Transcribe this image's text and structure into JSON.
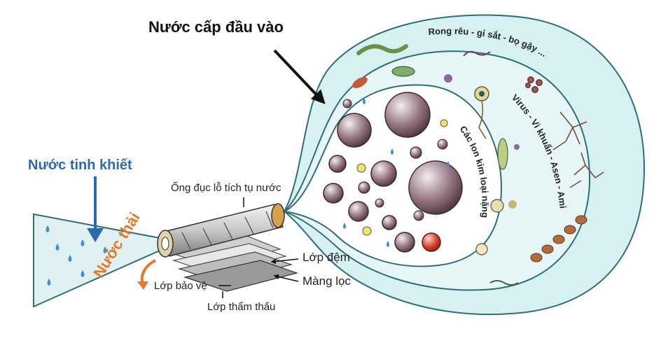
{
  "labels": {
    "feed_water": "Nước cấp đầu vào",
    "pure_water": "Nước tinh khiết",
    "waste_water": "Nước thải",
    "perforated_tube": "Ống đục lỗ tích tụ nước",
    "spacer_layer": "Lớp đệm",
    "membrane": "Màng lọc",
    "protective_layer": "Lớp bảo vệ",
    "permeate_layer": "Lớp thẩm thấu"
  },
  "zones": {
    "outer": "Rong rêu - gỉ sắt - bọ gậy ...",
    "middle": "Virus - Vi khuẩn - Asen - Amip",
    "inner": "Các Ion kim loại nặng"
  },
  "colors": {
    "bubble_fill": "#d7f0f1",
    "bubble_stroke": "#2f6e76",
    "pure_water_text": "#2c6ab0",
    "waste_text": "#e8772a",
    "arrow_blue": "#2c6ab0",
    "particle": "#7b5a66"
  }
}
